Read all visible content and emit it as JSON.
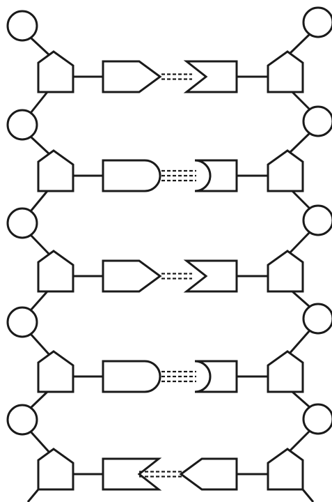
{
  "diagram": {
    "type": "dna-double-helix-schematic",
    "stroke_color": "#1a1a1a",
    "background": "#ffffff",
    "rows": [
      {
        "left_base_shape": "triangle-point",
        "right_base_shape": "triangle-notch",
        "bond_count": 2
      },
      {
        "left_base_shape": "round-point",
        "right_base_shape": "round-notch",
        "bond_count": 3
      },
      {
        "left_base_shape": "triangle-point",
        "right_base_shape": "triangle-notch",
        "bond_count": 2
      },
      {
        "left_base_shape": "round-point",
        "right_base_shape": "round-notch",
        "bond_count": 3
      },
      {
        "left_base_shape": "triangle-notch-left",
        "right_base_shape": "triangle-point-left",
        "bond_count": 2
      }
    ]
  }
}
